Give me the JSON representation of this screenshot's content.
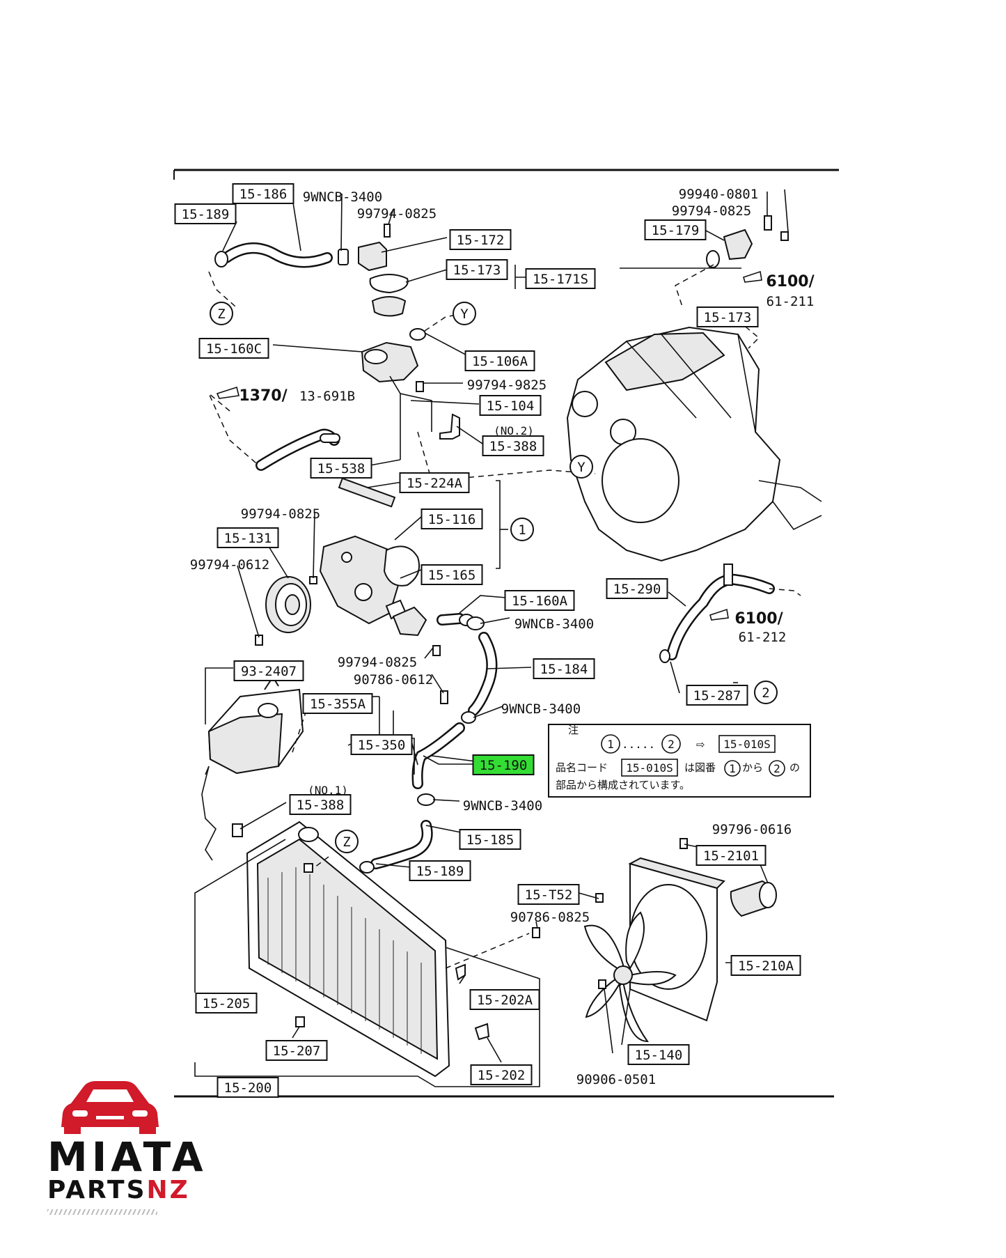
{
  "diagram": {
    "labels": {
      "l_15_186": "15-186",
      "l_15_189_top": "15-189",
      "l_9wncb_top": "9WNCB-3400",
      "l_99794_0825_a": "99794-0825",
      "l_15_172": "15-172",
      "l_15_173_a": "15-173",
      "l_15_171s": "15-171S",
      "l_99940": "99940-0801",
      "l_99794_0825_b": "99794-0825",
      "l_15_179": "15-179",
      "l_6100_a": "6100/",
      "l_61_211": "61-211",
      "l_15_173_b": "15-173",
      "l_15_160c": "15-160C",
      "l_15_106a": "15-106A",
      "l_99794_9825": "99794-9825",
      "l_1370": "1370/",
      "l_13_691b": "13-691B",
      "l_15_104": "15-104",
      "l_no2": "(NO.2)",
      "l_15_388_a": "15-388",
      "l_15_538": "15-538",
      "l_15_224a": "15-224A",
      "l_99794_0825_c": "99794-0825",
      "l_15_131": "15-131",
      "l_15_116": "15-116",
      "l_99794_0612": "99794-0612",
      "l_15_165": "15-165",
      "l_15_160a": "15-160A",
      "l_9wncb_b": "9WNCB-3400",
      "l_15_290": "15-290",
      "l_6100_b": "6100/",
      "l_61_212": "61-212",
      "l_99794_0825_d": "99794-0825",
      "l_90786_0612": "90786-0612",
      "l_15_184": "15-184",
      "l_93_2407": "93-2407",
      "l_15_355a": "15-355A",
      "l_9wncb_c": "9WNCB-3400",
      "l_15_287": "15-287",
      "l_15_350": "15-350",
      "l_15_190": "15-190",
      "l_no1": "(NO.1)",
      "l_15_388_b": "15-388",
      "l_9wncb_d": "9WNCB-3400",
      "l_99796_0616": "99796-0616",
      "l_15_185": "15-185",
      "l_15_2101": "15-2101",
      "l_15_189_b": "15-189",
      "l_15_t52": "15-T52",
      "l_90786_0825": "90786-0825",
      "l_15_210a": "15-210A",
      "l_15_202a": "15-202A",
      "l_15_205": "15-205",
      "l_15_207": "15-207",
      "l_15_202": "15-202",
      "l_15_140": "15-140",
      "l_90906_0501": "90906-0501",
      "l_15_200": "15-200"
    },
    "callouts": {
      "ref_1": "1",
      "ref_2": "2",
      "view_y": "Y",
      "view_z": "Z"
    },
    "note": {
      "title": "注",
      "ref_1": "1",
      "dots": ".....",
      "ref_2": "2",
      "arrow": "⇨",
      "set_code": "15-010S",
      "line2_prefix": "品名コード",
      "line2_code": "15-010S",
      "line2_suffix": "は図番",
      "line2_ref1": "1",
      "line2_mid": "から",
      "line2_ref2": "2",
      "line2_end": "の",
      "line3": "部品から構成されています。"
    },
    "highlight_color": "#33dd33"
  },
  "logo": {
    "line1": "MIATA",
    "line2a": "PARTS",
    "line2b": "NZ",
    "brand_red": "#d11a2a"
  }
}
